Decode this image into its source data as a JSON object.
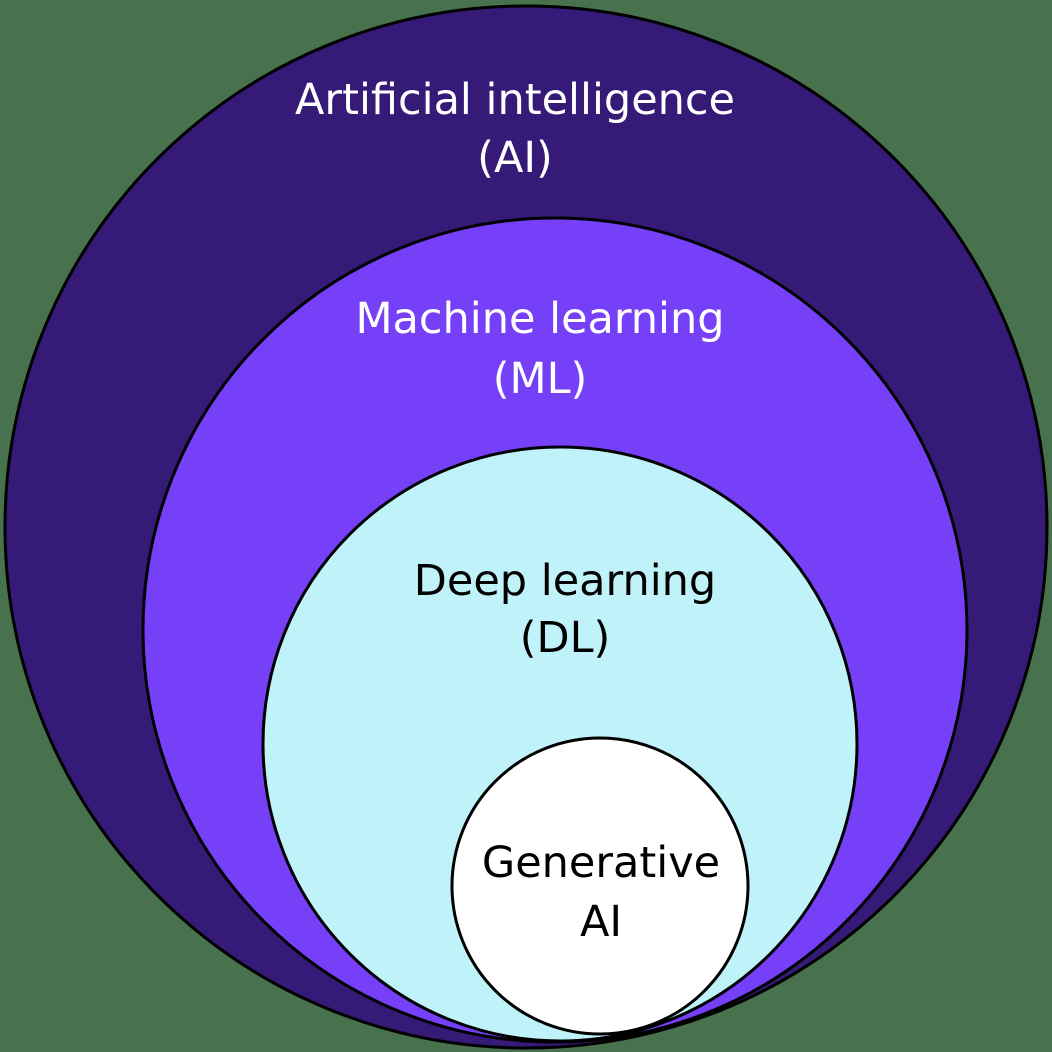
{
  "background_color": "#47724d",
  "outline_color": "#000000",
  "diagram": {
    "type": "nested-circles",
    "description": "Concentric nested circle diagram showing Generative AI as a subset of Deep learning, within Machine learning, within Artificial intelligence",
    "layers": [
      {
        "name": "Artificial intelligence (AI)",
        "line1": "Artificial intelligence",
        "line2": "(AI)",
        "fill": "#351a78",
        "text_color": "#ffffff"
      },
      {
        "name": "Machine learning (ML)",
        "line1": "Machine learning",
        "line2": "(ML)",
        "fill": "#7540f8",
        "text_color": "#ffffff"
      },
      {
        "name": "Deep learning (DL)",
        "line1": "Deep learning",
        "line2": "(DL)",
        "fill": "#c0f2f9",
        "text_color": "#000000"
      },
      {
        "name": "Generative AI",
        "line1": "Generative",
        "line2": "AI",
        "fill": "#ffffff",
        "text_color": "#000000"
      }
    ]
  }
}
